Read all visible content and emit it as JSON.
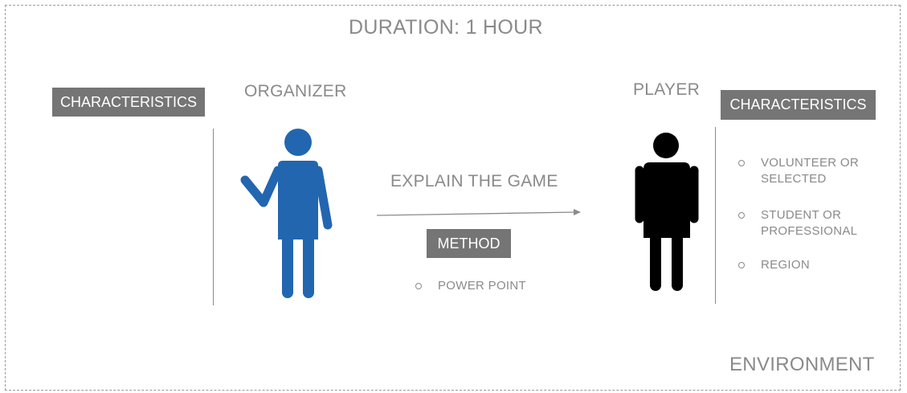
{
  "title": "DURATION: 1 HOUR",
  "organizer": {
    "label": "ORGANIZER",
    "characteristics_label": "CHARACTERISTICS",
    "icon": "person-waving-icon",
    "color": "#2266b0"
  },
  "player": {
    "label": "PLAYER",
    "characteristics_label": "CHARACTERISTICS",
    "icon": "person-standing-icon",
    "color": "#000000",
    "characteristics": [
      {
        "line1": "VOLUNTEER OR",
        "line2": "SELECTED"
      },
      {
        "line1": "STUDENT OR",
        "line2": "PROFESSIONAL"
      },
      {
        "line1": "REGION",
        "line2": ""
      }
    ]
  },
  "connection": {
    "label": "EXPLAIN THE GAME",
    "method_label": "METHOD",
    "methods": [
      "POWER POINT"
    ]
  },
  "environment_label": "ENVIRONMENT",
  "colors": {
    "badge": "#757575",
    "text": "#8a8a8a"
  }
}
